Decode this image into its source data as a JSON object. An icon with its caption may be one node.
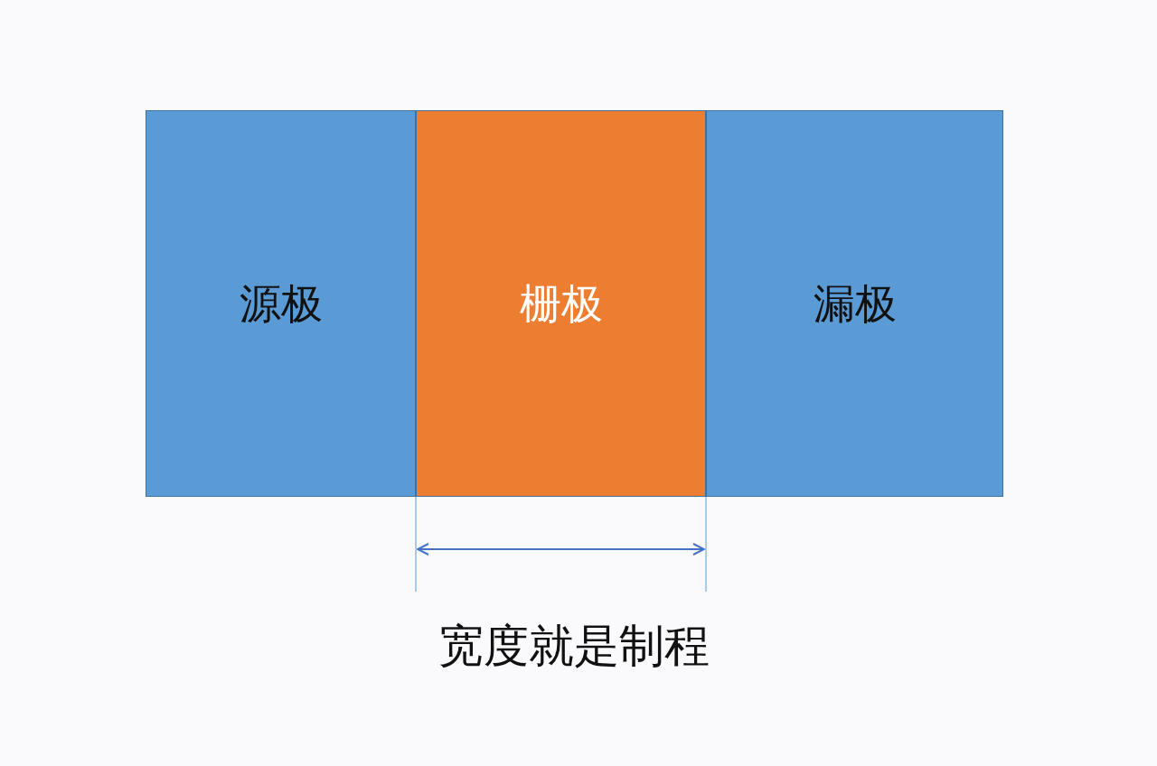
{
  "diagram": {
    "nodes": [
      {
        "text": [
          "源极"
        ]
      },
      {
        "text": [
          "栅极"
        ]
      },
      {
        "text": [
          "漏极"
        ]
      }
    ],
    "labels": [
      "宽度就是制程"
    ]
  }
}
